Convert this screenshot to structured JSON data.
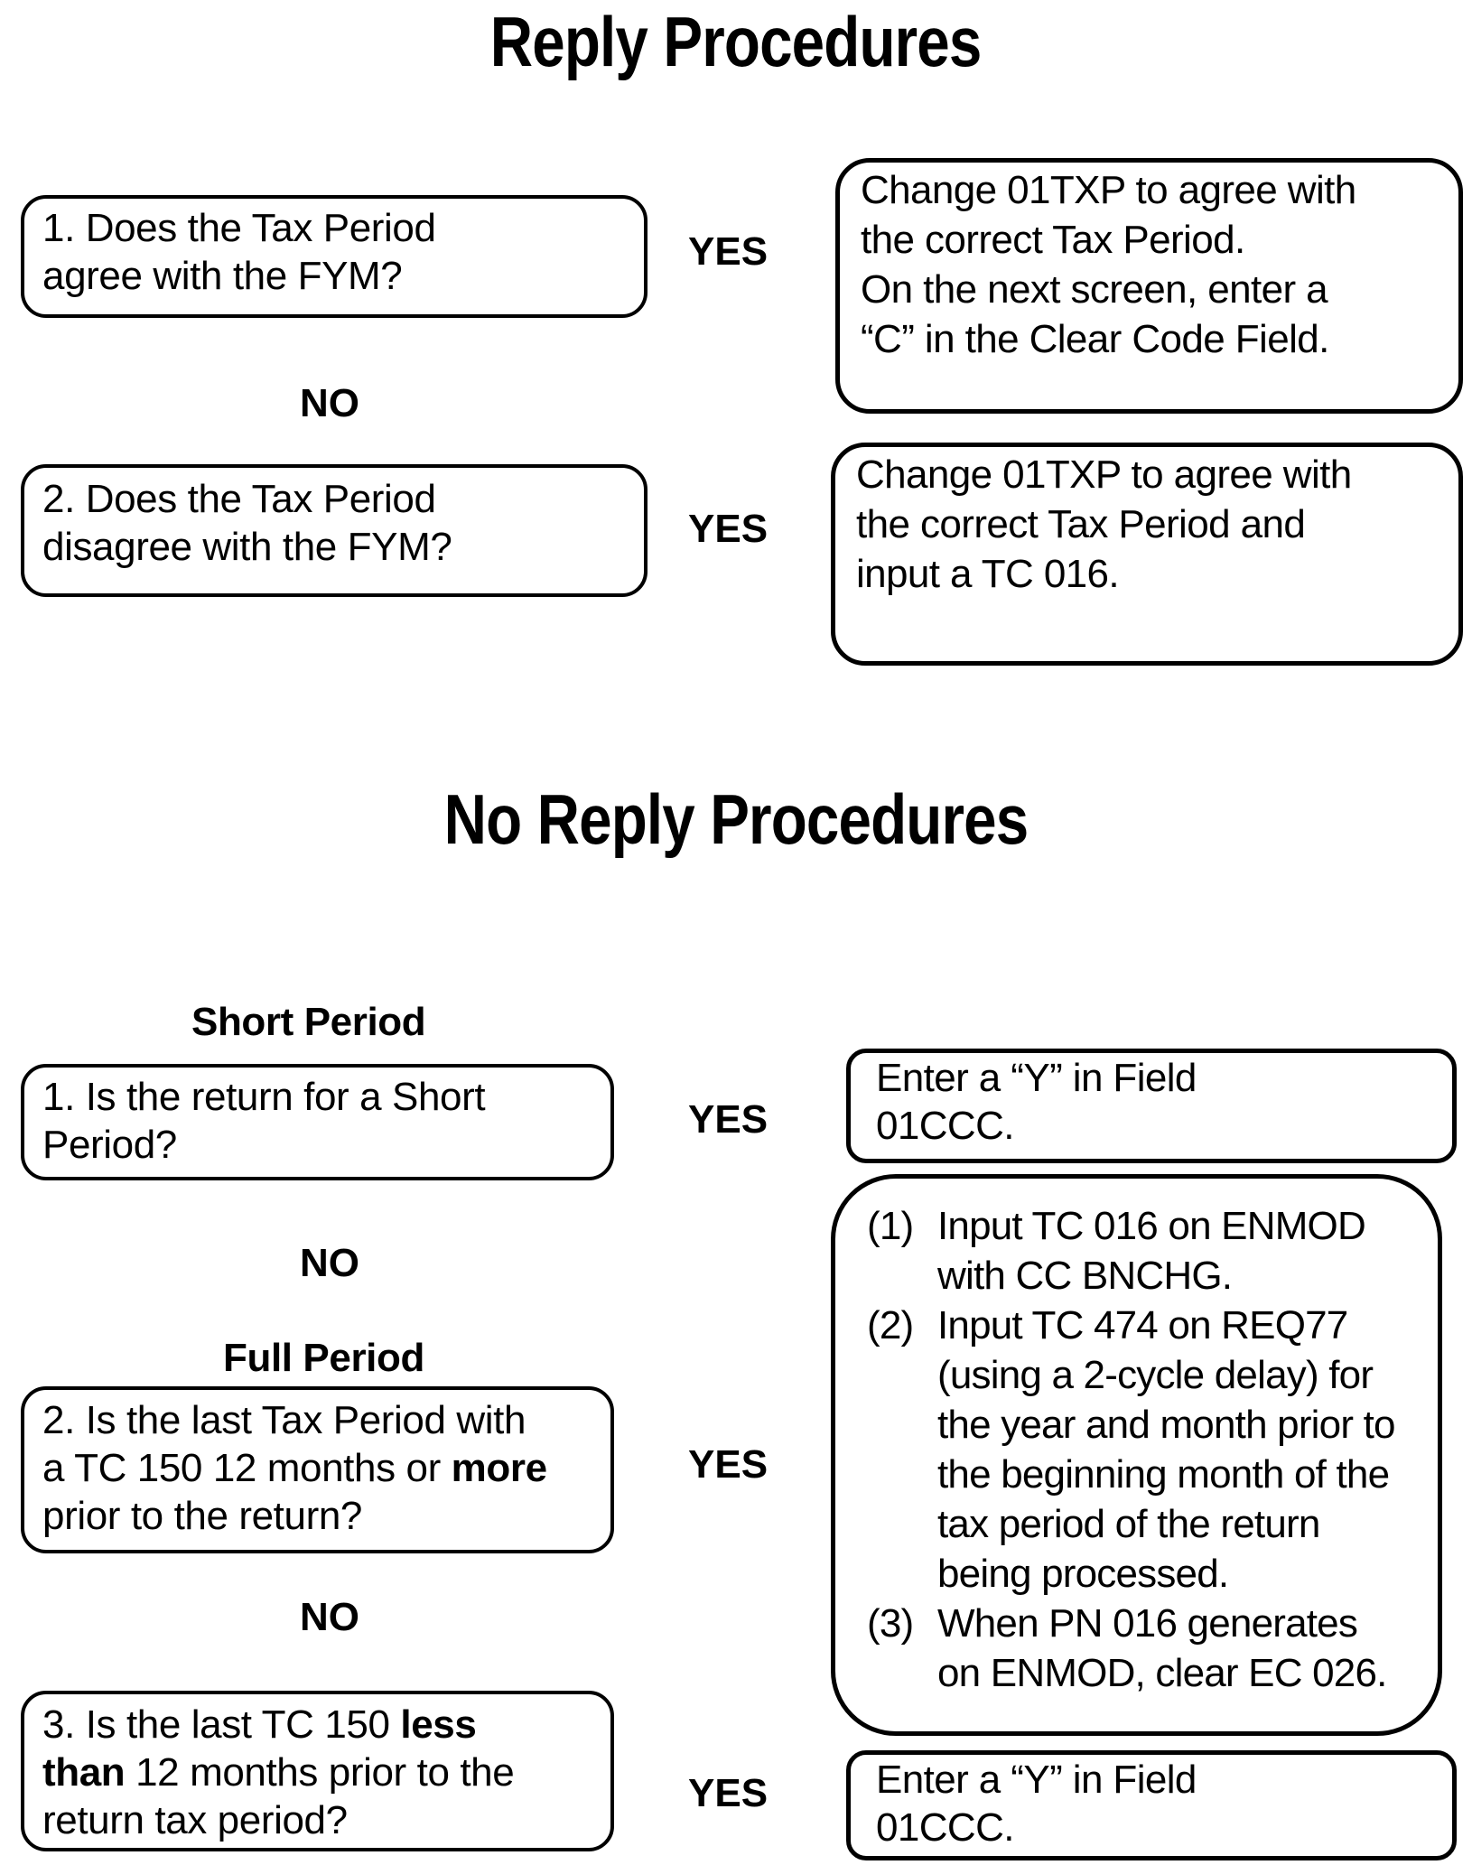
{
  "colors": {
    "ink": "#000000",
    "bg": "#ffffff"
  },
  "labels": {
    "yes": "YES",
    "no": "NO"
  },
  "reply": {
    "title": "Reply Procedures",
    "q1_lines": [
      [
        {
          "t": "1. Does the Tax Period"
        }
      ],
      [
        {
          "t": "agree with the FYM?"
        }
      ]
    ],
    "a1_lines": [
      [
        {
          "t": "Change 01TXP to agree with"
        }
      ],
      [
        {
          "t": "the correct Tax Period."
        }
      ],
      [
        {
          "t": "On the next screen, enter a"
        }
      ],
      [
        {
          "t": "“C” in the Clear Code Field."
        }
      ]
    ],
    "q2_lines": [
      [
        {
          "t": "2. Does the Tax Period"
        }
      ],
      [
        {
          "t": "disagree with the FYM?"
        }
      ]
    ],
    "a2_lines": [
      [
        {
          "t": "Change 01TXP to agree with"
        }
      ],
      [
        {
          "t": "the correct Tax Period and"
        }
      ],
      [
        {
          "t": "input a TC 016."
        }
      ]
    ]
  },
  "no_reply": {
    "title": "No Reply Procedures",
    "short_period_label": "Short Period",
    "full_period_label": "Full Period",
    "q1_lines": [
      [
        {
          "t": "1. Is the return for a Short"
        }
      ],
      [
        {
          "t": "Period?"
        }
      ]
    ],
    "a1_lines": [
      [
        {
          "t": "Enter a “Y” in Field"
        }
      ],
      [
        {
          "t": "01CCC."
        }
      ]
    ],
    "q2_lines": [
      [
        {
          "t": "2. Is the last Tax Period with"
        }
      ],
      [
        {
          "t": "a TC 150 12 months or "
        },
        {
          "t": "more",
          "b": true
        }
      ],
      [
        {
          "t": "prior to the return?"
        }
      ]
    ],
    "a2_items": [
      {
        "num": "(1)",
        "lines": [
          "Input TC 016 on ENMOD",
          "with CC BNCHG."
        ]
      },
      {
        "num": "(2)",
        "lines": [
          "Input TC 474 on REQ77",
          "(using a 2-cycle delay) for",
          "the year and month prior to",
          "the beginning month of the",
          "tax period of the return",
          "being processed."
        ]
      },
      {
        "num": "(3)",
        "lines": [
          "When PN 016 generates",
          "on ENMOD, clear EC 026."
        ]
      }
    ],
    "q3_lines": [
      [
        {
          "t": "3. Is the last TC 150 "
        },
        {
          "t": "less",
          "b": true
        }
      ],
      [
        {
          "t": "than",
          "b": true
        },
        {
          "t": " 12 months prior to the"
        }
      ],
      [
        {
          "t": "return tax period?"
        }
      ]
    ],
    "a3_lines": [
      [
        {
          "t": "Enter a “Y” in Field"
        }
      ],
      [
        {
          "t": "01CCC."
        }
      ]
    ]
  }
}
